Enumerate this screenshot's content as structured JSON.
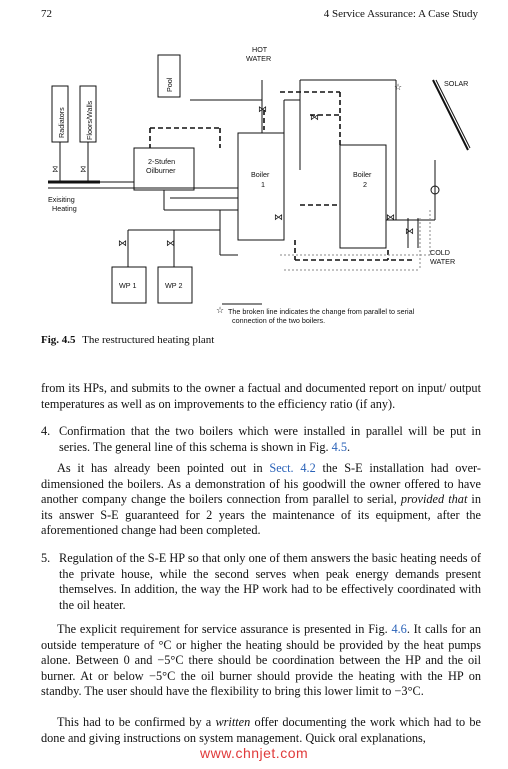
{
  "header": {
    "page_number": "72",
    "chapter": "4   Service Assurance: A Case Study"
  },
  "figure": {
    "labels": {
      "hot_water": "HOT",
      "hot_water2": "WATER",
      "pool": "Pool",
      "solar": "SOLAR",
      "radiators": "Radiators",
      "floors_walls": "Floors/Walls",
      "burner1": "2-Stufen",
      "burner2": "Oilburner",
      "boiler1_a": "Boiler",
      "boiler1_b": "1",
      "boiler2_a": "Boiler",
      "boiler2_b": "2",
      "existing1": "Exisiting",
      "existing2": "Heating",
      "cold1": "COLD",
      "cold2": "WATER",
      "wp1": "WP 1",
      "wp2": "WP 2",
      "note1": "The broken line indicates the change from parallel to serial",
      "note2": "connection of the two boilers."
    }
  },
  "caption": {
    "label": "Fig. 4.5",
    "text": "The restructured heating plant"
  },
  "para1": "from its HPs, and submits to the owner a factual and documented report on input/ output temperatures as well as on improvements to the efficiency ratio (if any).",
  "item4": {
    "num": "4.",
    "text_a": "Confirmation that the two boilers which were installed in parallel will be put in series. The general line of this schema is shown in Fig. ",
    "ref": "4.5",
    "text_b": "."
  },
  "para2": {
    "a": "As it has already been pointed out in ",
    "ref": "Sect. 4.2",
    "b": " the S-E installation had over-dimensioned the boilers. As a demonstration of his goodwill the owner offered to have another company change the boilers connection from parallel to serial, ",
    "em": "provided that",
    "c": " in its answer S-E guaranteed for 2 years the maintenance of its equipment, after the aforementioned change had been completed."
  },
  "item5": {
    "num": "5.",
    "text": "Regulation of the S-E HP so that only one of them answers the basic heating needs of the private house, while the second serves when peak energy demands present themselves. In addition, the way the HP work had to be effectively coordinated with the oil heater."
  },
  "para3": {
    "a": "The explicit requirement for service assurance is presented in Fig. ",
    "ref": "4.6",
    "b": ". It calls for an outside temperature of °C or higher the heating should be provided by the heat pumps alone. Between 0 and −5°C there should be coordination between the HP and the oil burner. At or below −5°C the oil burner should provide the heating with the HP on standby. The user should have the flexibility to bring this lower limit to −3°C."
  },
  "para4": {
    "a": "This had to be confirmed by a ",
    "em": "written",
    "b": " offer documenting the work which had to be done and giving instructions on system management. Quick oral explanations,"
  },
  "watermark": "www.chnjet.com"
}
